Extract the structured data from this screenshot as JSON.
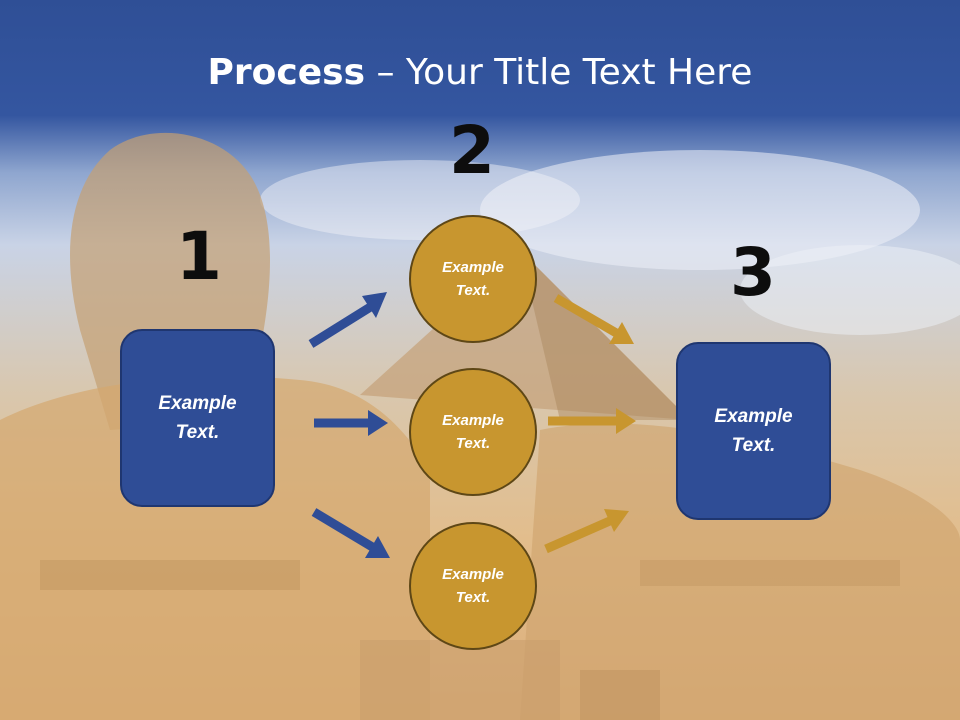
{
  "title": {
    "bold": "Process",
    "rest": " – Your Title Text Here"
  },
  "steps": {
    "one": {
      "number": "1",
      "label": "Example\nText."
    },
    "two": {
      "number": "2",
      "labels": [
        "Example\nText.",
        "Example\nText.",
        "Example\nText."
      ]
    },
    "three": {
      "number": "3",
      "label": "Example\nText."
    }
  },
  "colors": {
    "blue": "#2f4d96",
    "gold": "#c8962f",
    "title_bar": "#3456a0"
  }
}
